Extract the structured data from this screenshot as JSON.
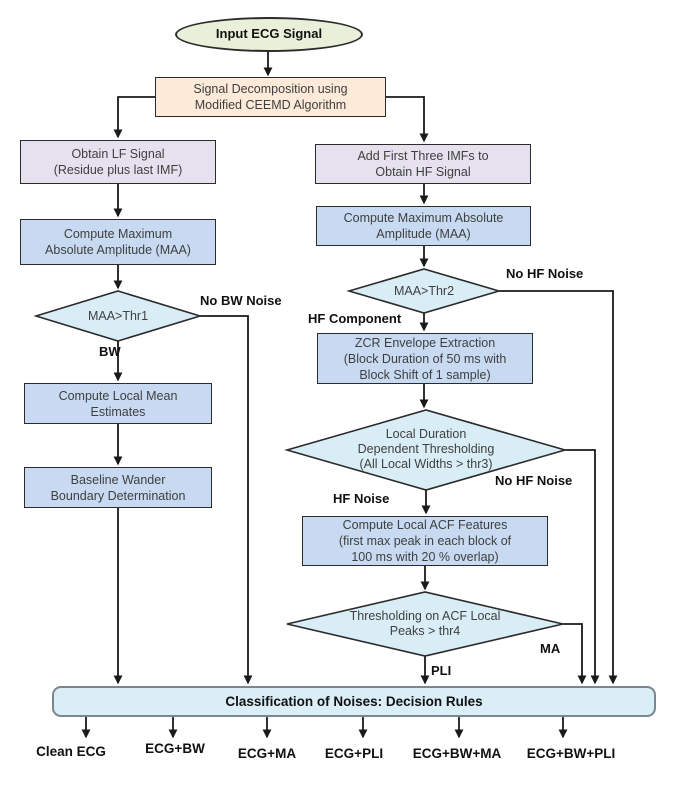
{
  "colors": {
    "terminator_fill": "#e9f0da",
    "process_fill": "#c7daf1",
    "io_fill": "#e6e1ee",
    "decomposition_fill": "#fdead9",
    "decision_fill": "#d9edf7",
    "classification_fill": "#d9eef7",
    "stroke": "#2b2b2b",
    "connector": "#1a1a1a",
    "box_text": "#3f3f3f",
    "label_text": "#111111"
  },
  "flowchart": {
    "start": {
      "label": "Input ECG Signal"
    },
    "decomposition": {
      "lines": [
        "Signal Decomposition using",
        "Modified CEEMD Algorithm"
      ]
    },
    "left_branch": {
      "lf_signal": {
        "lines": [
          "Obtain LF Signal",
          "(Residue plus last IMF)"
        ]
      },
      "maa": {
        "lines": [
          "Compute Maximum",
          "Absolute Amplitude (MAA)"
        ]
      },
      "decision_thr1": {
        "label": "MAA>Thr1",
        "yes_label": "BW",
        "no_label": "No BW Noise"
      },
      "local_mean": {
        "lines": [
          "Compute Local Mean",
          "Estimates"
        ]
      },
      "baseline_wander": {
        "lines": [
          "Baseline Wander",
          "Boundary Determination"
        ]
      }
    },
    "right_branch": {
      "hf_signal": {
        "lines": [
          "Add First Three IMFs to",
          "Obtain HF Signal"
        ]
      },
      "maa": {
        "lines": [
          "Compute Maximum Absolute",
          "Amplitude (MAA)"
        ]
      },
      "decision_thr2": {
        "label": "MAA>Thr2",
        "yes_label": "HF Component",
        "no_label": "No HF Noise"
      },
      "zcr": {
        "lines": [
          "ZCR Envelope Extraction",
          "(Block Duration of 50 ms with",
          "Block Shift of 1 sample)"
        ]
      },
      "decision_thr3": {
        "lines": [
          "Local Duration",
          "Dependent Thresholding",
          "(All Local Widths > thr3)"
        ],
        "yes_label": "HF Noise",
        "no_label": "No HF Noise"
      },
      "acf": {
        "lines": [
          "Compute Local ACF Features",
          "(first max peak in each block of",
          "100 ms with 20 % overlap)"
        ]
      },
      "decision_thr4": {
        "lines": [
          "Thresholding on ACF Local",
          "Peaks > thr4"
        ],
        "yes_label": "PLI",
        "no_label": "MA"
      }
    },
    "classification": {
      "label": "Classification of Noises: Decision Rules"
    },
    "outputs": [
      "Clean ECG",
      "ECG+BW",
      "ECG+MA",
      "ECG+PLI",
      "ECG+BW+MA",
      "ECG+BW+PLI"
    ]
  }
}
